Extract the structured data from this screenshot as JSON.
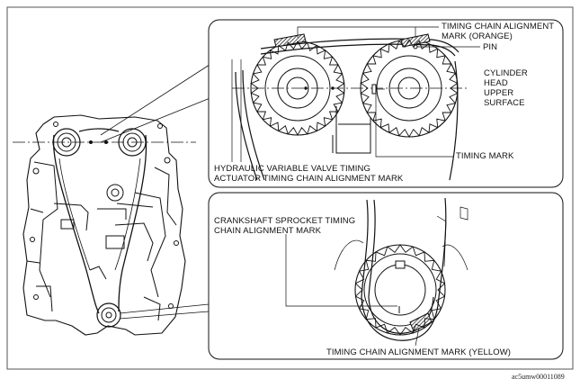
{
  "labels": {
    "chain_mark_orange_1": "TIMING CHAIN ALIGNMENT",
    "chain_mark_orange_2": "MARK (ORANGE)",
    "pin": "PIN",
    "cyl_1": "CYLINDER",
    "cyl_2": "HEAD",
    "cyl_3": "UPPER",
    "cyl_4": "SURFACE",
    "timing_mark": "TIMING MARK",
    "hvvt_1": "HYDRAULIC VARIABLE VALVE TIMING",
    "hvvt_2": "ACTUATOR TIMING CHAIN ALIGNMENT MARK",
    "crank_1": "CRANKSHAFT SPROCKET TIMING",
    "crank_2": "CHAIN ALIGNMENT MARK",
    "yellow": "TIMING CHAIN ALIGNMENT MARK (YELLOW)",
    "figure_code": "ac5umw00011089"
  },
  "colors": {
    "line": "#111111",
    "frame": "#444444"
  }
}
